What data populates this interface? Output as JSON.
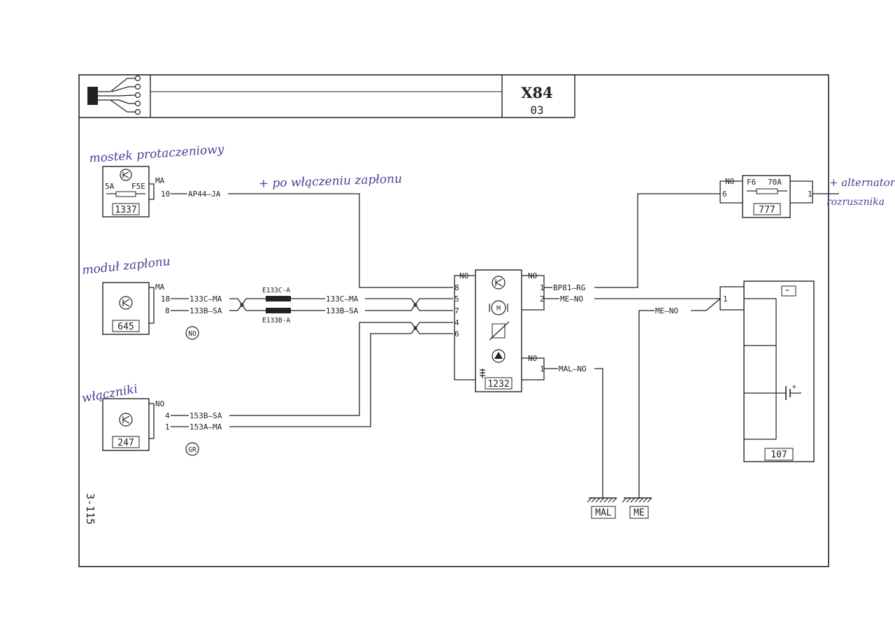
{
  "header": {
    "code": "X84",
    "sub": "03"
  },
  "page_ref": "3-115",
  "handwritten": {
    "n1337": "mostek protaczeniowy",
    "n1337_b": "+ po włączeniu zapłonu",
    "n645": "moduł zapłonu",
    "n247": "włączniki",
    "n777_a": "+ alternator",
    "n777_b": "rozrusznika"
  },
  "components": {
    "c1337": {
      "id": "1337",
      "left": "5A",
      "right": "F5E",
      "pin_color": "MA",
      "pin": "10"
    },
    "c645": {
      "id": "645",
      "pin_color": "MA",
      "pin_a": "18",
      "pin_b": "8",
      "tag": "NO"
    },
    "c247": {
      "id": "247",
      "pin_color": "NO",
      "pin_a": "4",
      "pin_b": "1",
      "tag": "GR"
    },
    "c1232": {
      "id": "1232",
      "left_color": "NO",
      "left_pins": [
        "8",
        "5",
        "7",
        "4",
        "6"
      ],
      "right_color": "NO",
      "right_pins": [
        "1",
        "2"
      ],
      "right_color2": "NO",
      "right_pin3": "1"
    },
    "c777": {
      "id": "777",
      "fuse": "F6",
      "amp": "70A",
      "color": "NO",
      "pin_l": "6",
      "pin_r": "1"
    },
    "c107": {
      "id": "107",
      "pin": "1"
    }
  },
  "wires": {
    "w1": "AP44—JA",
    "w2": "133C—MA",
    "w3": "133B—SA",
    "w4": "133C—MA",
    "w5": "133B—SA",
    "w6": "153B—SA",
    "w7": "153A—MA",
    "w8": "BP81—RG",
    "w9": "ME—NO",
    "w10": "ME—NO",
    "w11": "MAL—NO"
  },
  "connectors": {
    "top": "E133C-A",
    "bottom": "E133B-A"
  },
  "grounds": {
    "g1": "MAL",
    "g2": "ME"
  }
}
